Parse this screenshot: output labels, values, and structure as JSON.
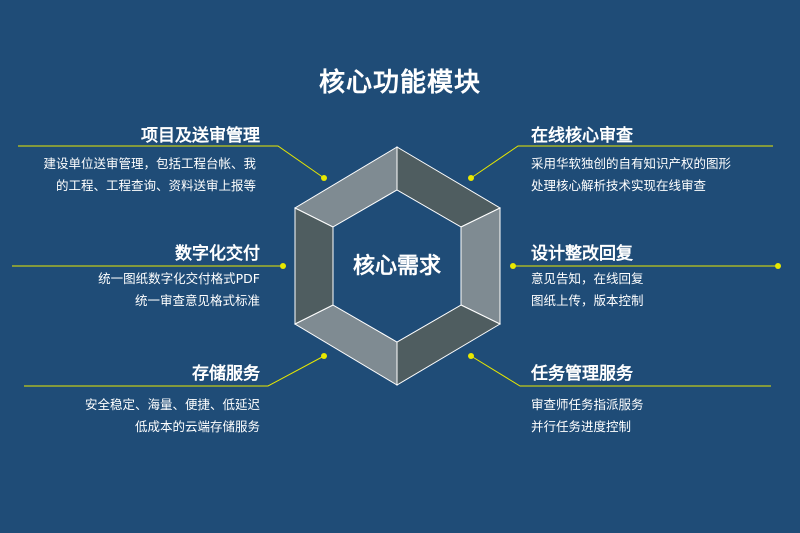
{
  "title": "核心功能模块",
  "center": "核心需求",
  "colors": {
    "background": "#1f4c77",
    "connector": "#e8e800",
    "facet_light": "#7f8b92",
    "facet_dark": "#4f5d60"
  },
  "modules": {
    "top_left": {
      "title": "项目及送审管理",
      "lines": [
        "建设单位送审管理，包括工程台帐、我",
        "的工程、工程查询、资料送审上报等"
      ]
    },
    "mid_left": {
      "title": "数字化交付",
      "lines": [
        "统一图纸数字化交付格式PDF",
        "统一审查意见格式标准"
      ]
    },
    "bottom_left": {
      "title": "存储服务",
      "lines": [
        "安全稳定、海量、便捷、低延迟",
        "低成本的云端存储服务"
      ]
    },
    "top_right": {
      "title": "在线核心审查",
      "lines": [
        "采用华软独创的自有知识产权的图形",
        "处理核心解析技术实现在线审查"
      ]
    },
    "mid_right": {
      "title": "设计整改回复",
      "lines": [
        "意见告知，在线回复",
        "图纸上传，版本控制"
      ]
    },
    "bottom_right": {
      "title": "任务管理服务",
      "lines": [
        "审查师任务指派服务",
        "并行任务进度控制"
      ]
    }
  }
}
